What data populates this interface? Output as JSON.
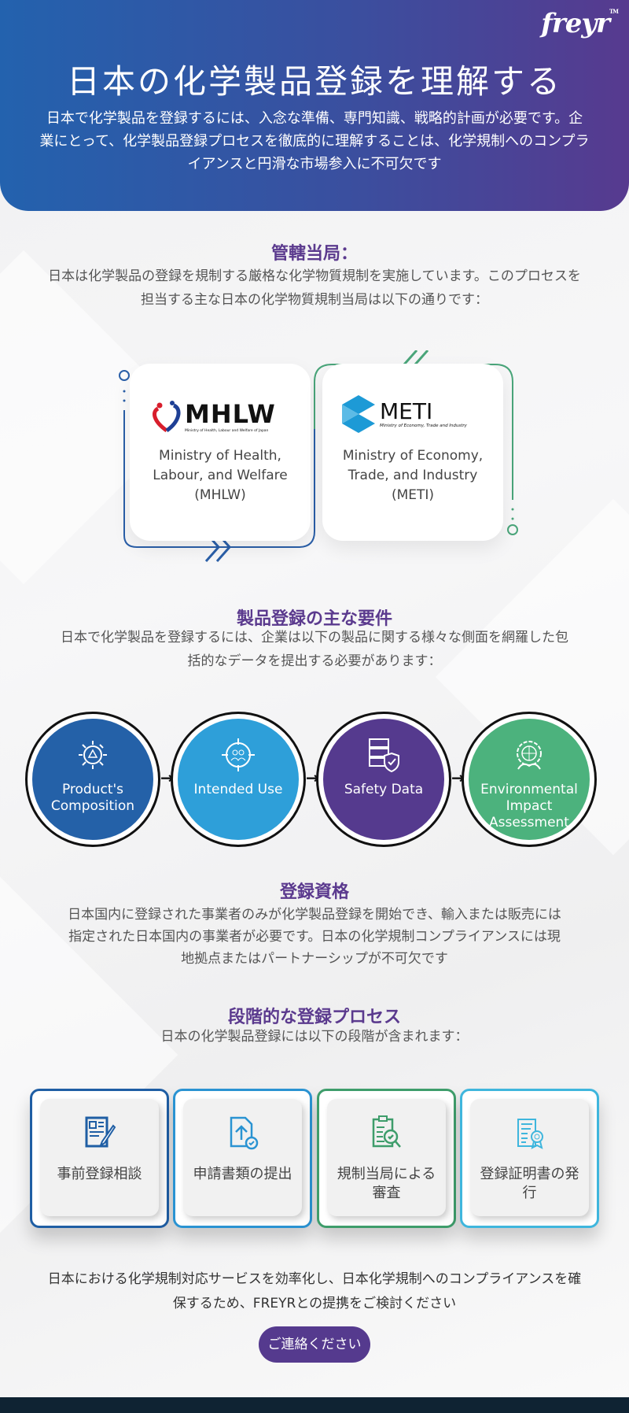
{
  "header": {
    "logo": "freyr",
    "logo_tm": "TM",
    "title": "日本の化学製品登録を理解する",
    "description": "日本で化学製品を登録するには、入念な準備、専門知識、戦略的計画が必要です。企業にとって、化学製品登録プロセスを徹底的に理解することは、化学規制へのコンプライアンスと円滑な市場参入に不可欠です"
  },
  "authorities": {
    "title": "管轄当局：",
    "description": "日本は化学製品の登録を規制する厳格な化学物質規制を実施しています。このプロセスを担当する主な日本の化学物質規制当局は以下の通りです：",
    "items": [
      {
        "logo_text": "MHLW",
        "logo_sub": "Ministry of Health, Labour and Welfare of Japan",
        "name": "Ministry of Health, Labour, and Welfare (MHLW)"
      },
      {
        "logo_text": "METI",
        "logo_sub": "Ministry of Economy, Trade and Industry",
        "name": "Ministry of Economy, Trade, and Industry (METI)"
      }
    ]
  },
  "requirements": {
    "title": "製品登録の主な要件",
    "description": "日本で化学製品を登録するには、企業は以下の製品に関する様々な側面を網羅した包括的なデータを提出する必要があります：",
    "items": [
      {
        "label": "Product's Composition",
        "icon": "gear-network-icon",
        "color": "#2461a8"
      },
      {
        "label": "Intended Use",
        "icon": "target-people-icon",
        "color": "#2e9fd9"
      },
      {
        "label": "Safety Data",
        "icon": "server-shield-icon",
        "color": "#553a8e"
      },
      {
        "label": "Environmental Impact Assessment",
        "icon": "gear-globe-leaf-icon",
        "color": "#4cb27d"
      }
    ]
  },
  "eligibility": {
    "title": "登録資格",
    "description": "日本国内に登録された事業者のみが化学製品登録を開始でき、輸入または販売には指定された日本国内の事業者が必要です。日本の化学規制コンプライアンスには現地拠点またはパートナーシップが不可欠です"
  },
  "process": {
    "title": "段階的な登録プロセス",
    "description": "日本の化学製品登録には以下の段階が含まれます：",
    "steps": [
      {
        "label": "事前登録相談",
        "icon": "document-sign-icon",
        "color": "#1f5ea4"
      },
      {
        "label": "申請書類の提出",
        "icon": "document-upload-icon",
        "color": "#2a93d2"
      },
      {
        "label": "規制当局による審査",
        "icon": "clipboard-search-icon",
        "color": "#3e9d6b"
      },
      {
        "label": "登録証明書の発行",
        "icon": "certificate-icon",
        "color": "#3fb6dd"
      }
    ]
  },
  "cta": {
    "text": "日本における化学規制対応サービスを効率化し、日本化学規制へのコンプライアンスを確保するため、FREYRとの提携をご検討ください",
    "button": "ご連絡ください"
  }
}
